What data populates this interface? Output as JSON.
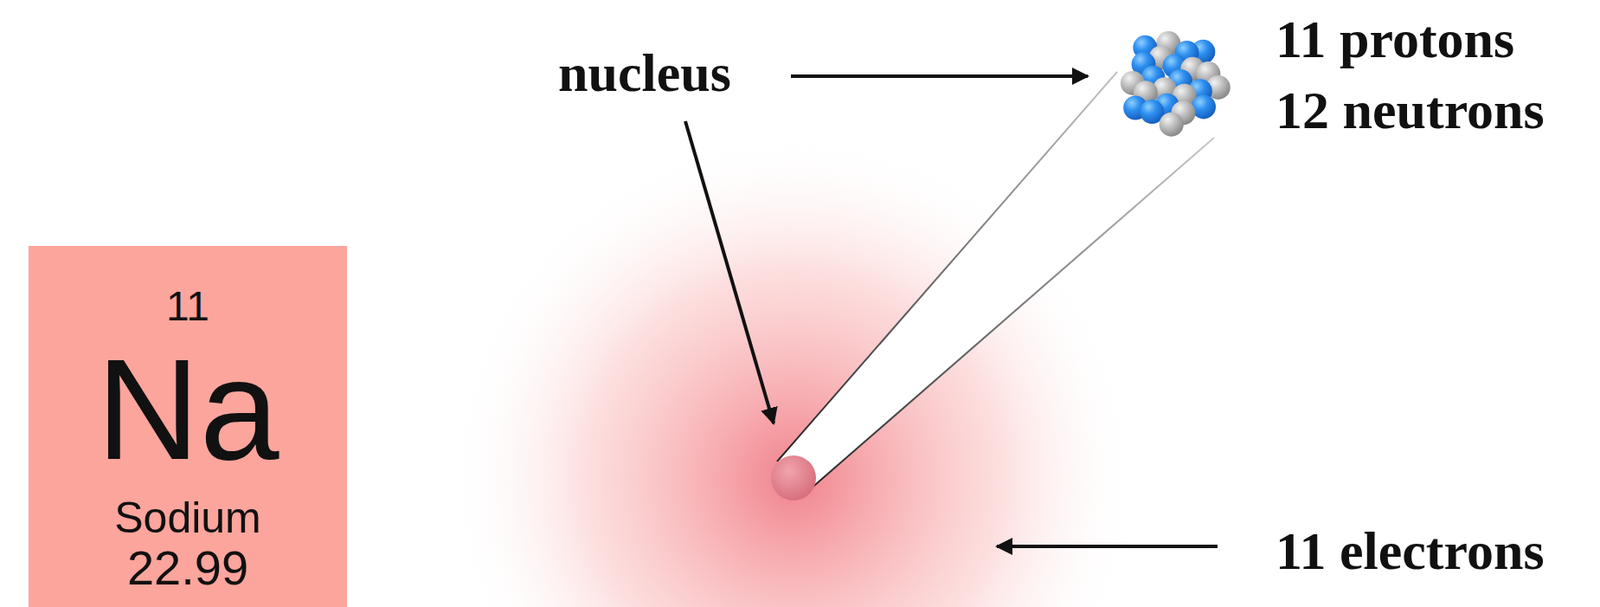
{
  "diagram": {
    "nodes": [
      {
        "text": [
          "11",
          "Na",
          "Sodium",
          "22.99"
        ]
      }
    ],
    "labels": [
      "nucleus",
      "11 protons",
      "12 neutrons",
      "11 electrons"
    ]
  }
}
